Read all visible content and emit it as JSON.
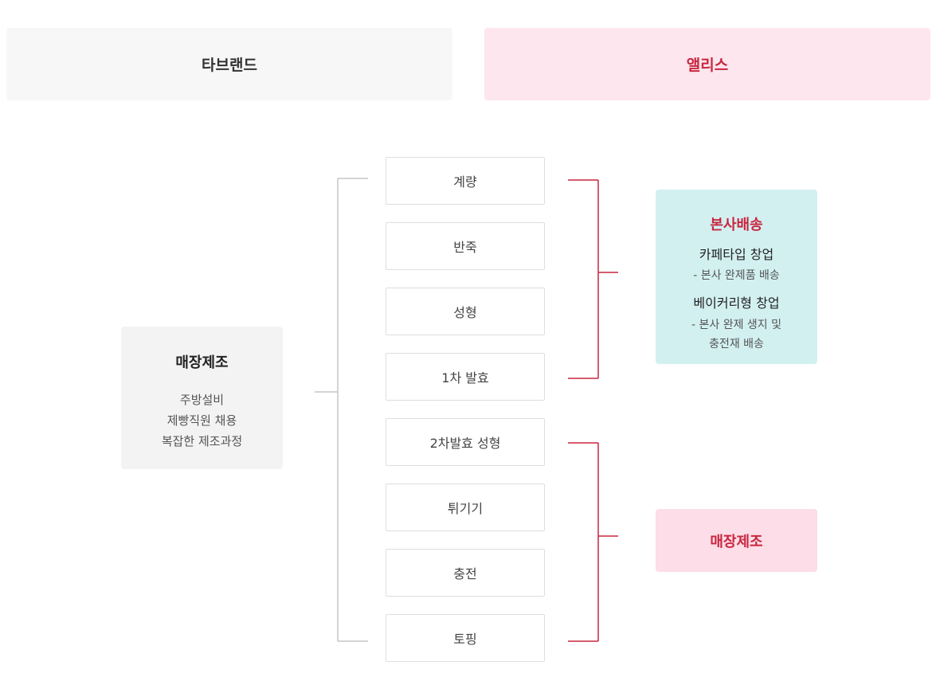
{
  "header": {
    "left_label": "타브랜드",
    "right_label": "앨리스"
  },
  "source": {
    "title": "매장제조",
    "lines": [
      "주방설비",
      "제빵직원 채용",
      "복잡한 제조과정"
    ]
  },
  "steps": [
    "계량",
    "반죽",
    "성형",
    "1차 발효",
    "2차발효 성형",
    "튀기기",
    "충전",
    "토핑"
  ],
  "results": {
    "hq": {
      "title": "본사배송",
      "type1": "카페타입 창업",
      "type1_desc": "- 본사 완제품 배송",
      "type2": "베이커리형 창업",
      "type2_desc_1": "- 본사 완제 생지 및",
      "type2_desc_2": "충전재 배송"
    },
    "store": {
      "title": "매장제조"
    }
  },
  "colors": {
    "accent": "#c8273f",
    "left_header_bg": "#f7f7f7",
    "right_header_bg": "#fde6ee",
    "source_bg": "#f3f3f3",
    "hq_bg": "#d3f0f1",
    "store_bg": "#fddde7",
    "gray_line": "#c6c6c6"
  }
}
